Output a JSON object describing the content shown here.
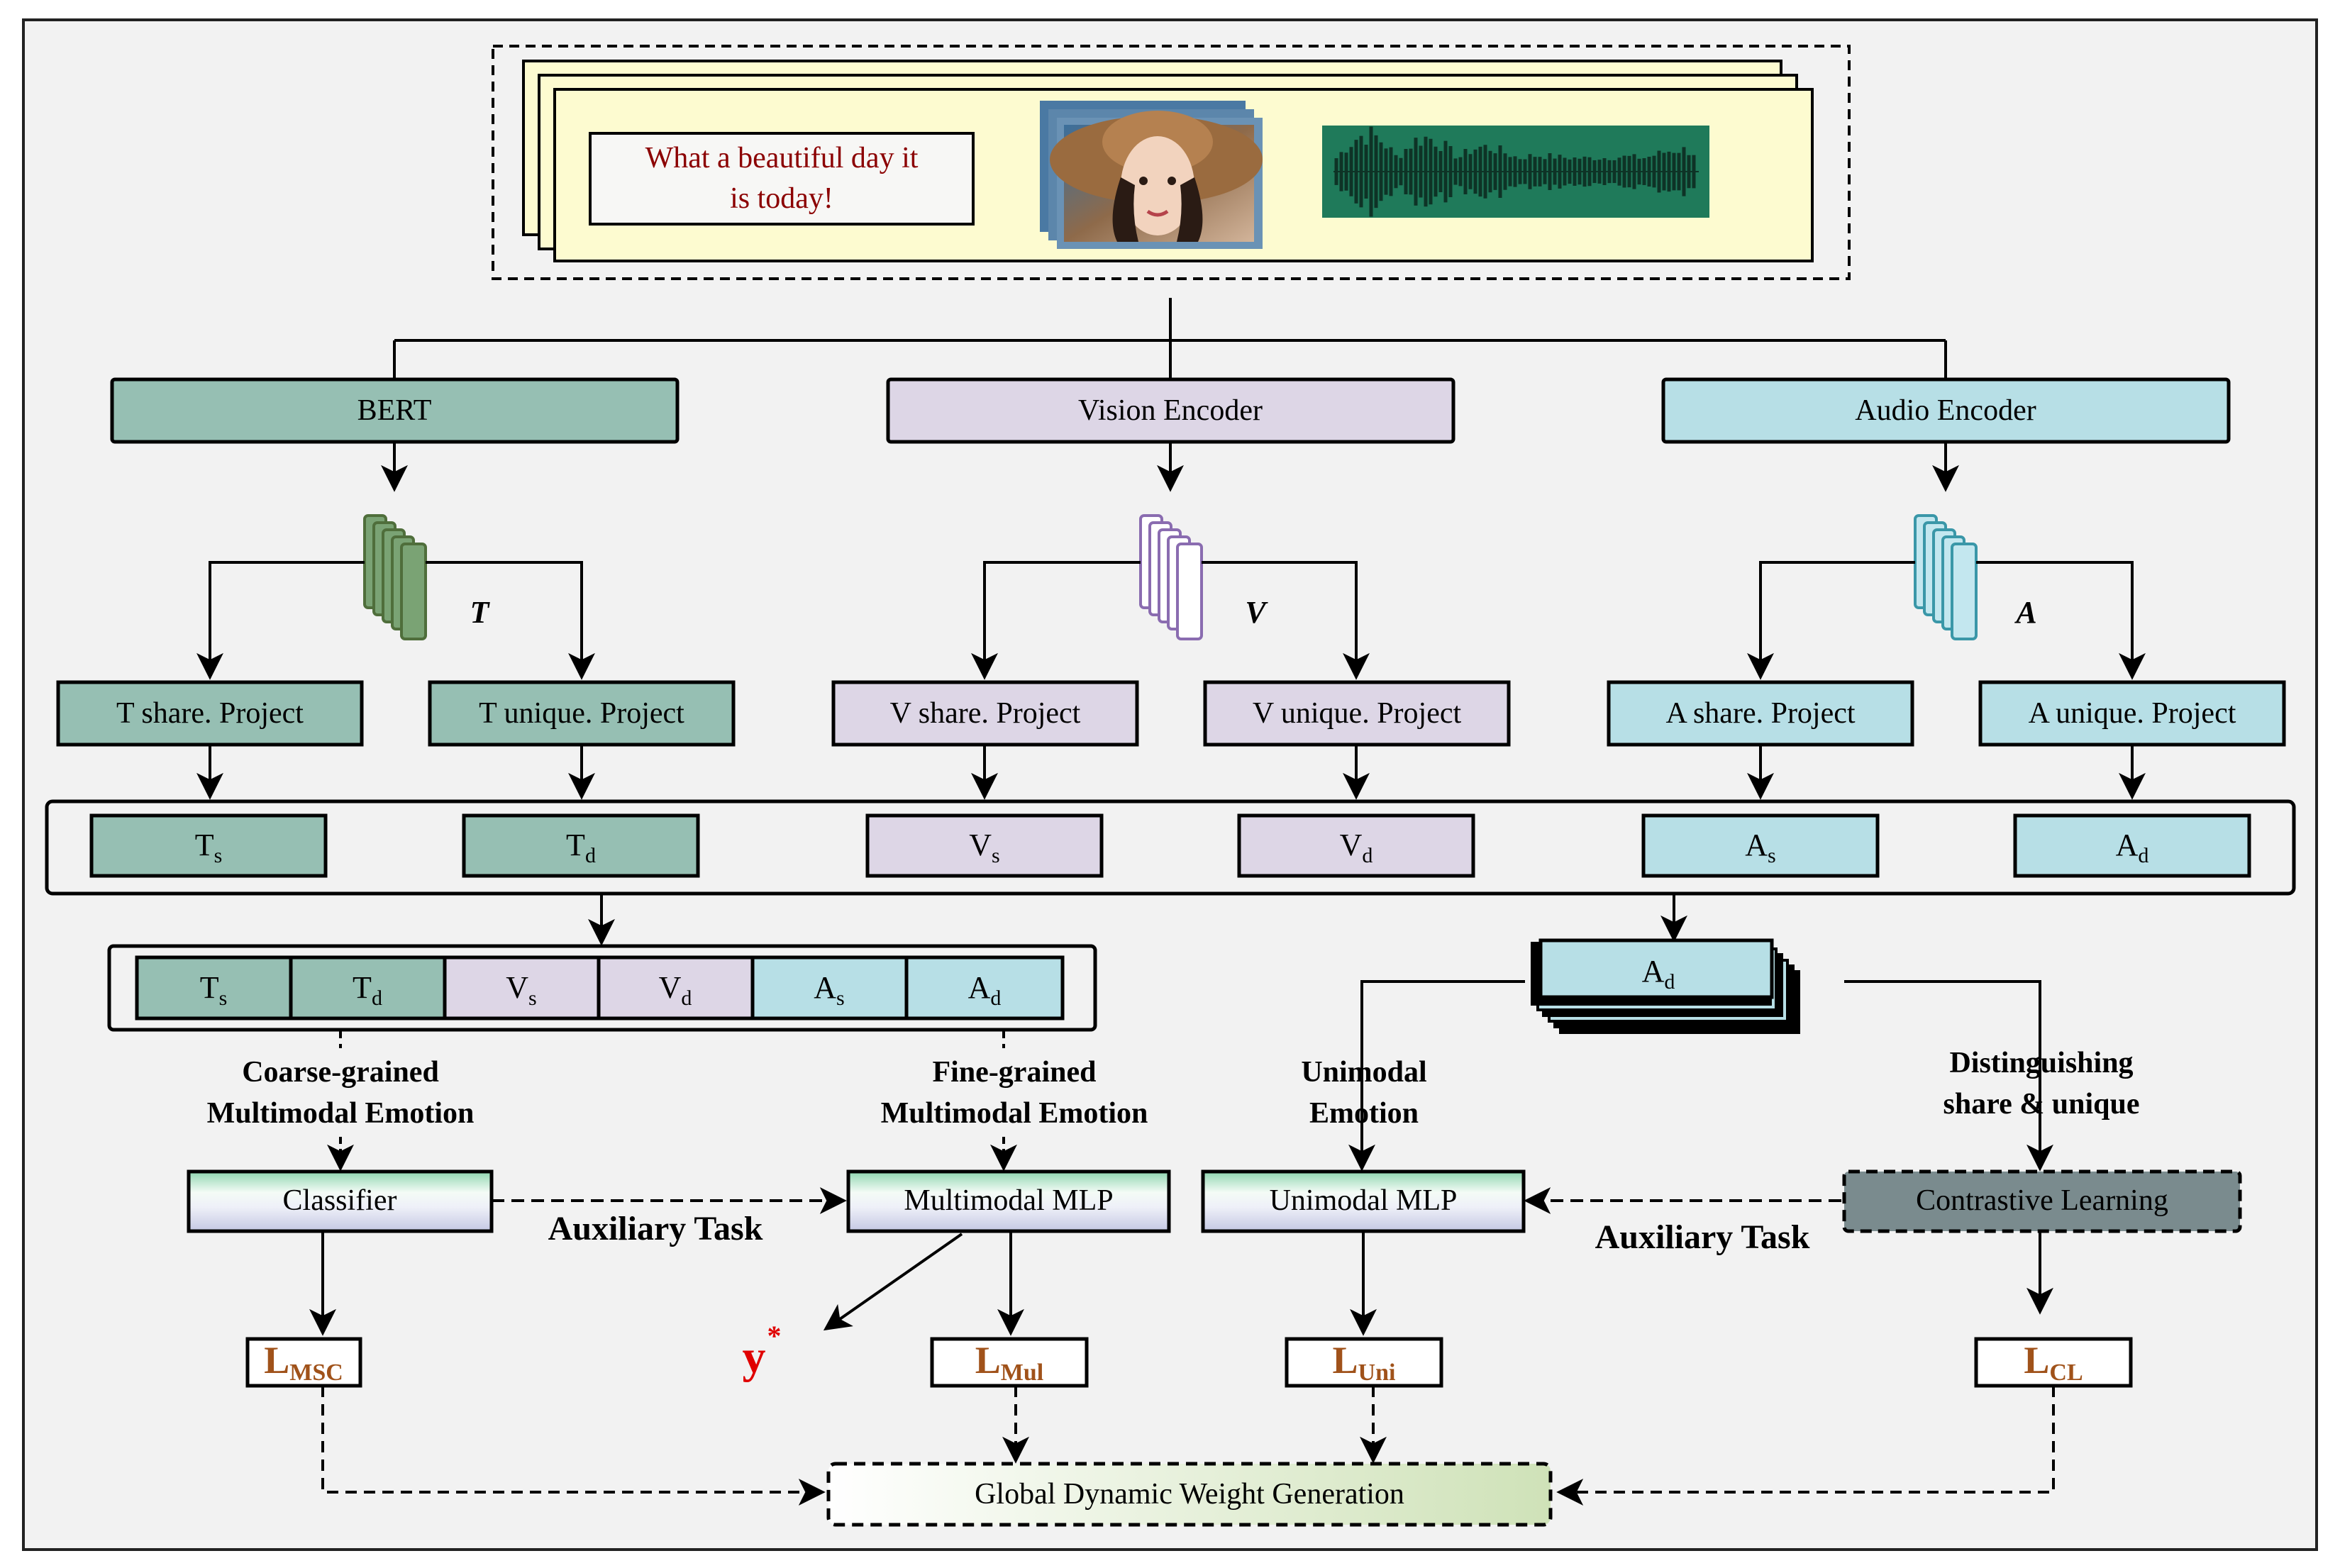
{
  "input": {
    "text": [
      "What a beautiful day it",
      "is today!"
    ]
  },
  "encoders": {
    "text": "BERT",
    "vision": "Vision Encoder",
    "audio": "Audio Encoder"
  },
  "feature_labels": {
    "text": "T",
    "vision": "V",
    "audio": "A"
  },
  "projections": {
    "t_share": "T share. Project",
    "t_unique": "T unique. Project",
    "v_share": "V share. Project",
    "v_unique": "V unique. Project",
    "a_share": "A share. Project",
    "a_unique": "A unique. Project"
  },
  "tokens": {
    "T": "T",
    "V": "V",
    "A": "A",
    "s": "s",
    "d": "d"
  },
  "labels": {
    "coarse": [
      "Coarse-grained",
      "Multimodal Emotion"
    ],
    "fine": [
      "Fine-grained",
      "Multimodal Emotion"
    ],
    "unimodal": [
      "Unimodal",
      "Emotion"
    ],
    "distinguish": [
      "Distinguishing",
      "share & unique"
    ],
    "aux_left": "Auxiliary Task",
    "aux_right": "Auxiliary Task"
  },
  "modules": {
    "classifier": "Classifier",
    "multimodal_mlp": "Multimodal MLP",
    "unimodal_mlp": "Unimodal MLP",
    "contrastive": "Contrastive Learning",
    "global": "Global Dynamic Weight Generation"
  },
  "losses": {
    "L": "L",
    "msc": "MSC",
    "mul": "Mul",
    "uni": "Uni",
    "cl": "CL"
  },
  "output": {
    "y": "y",
    "star": "*"
  },
  "colors": {
    "text_green": "#96bfb3",
    "vision_purple": "#ddd6e6",
    "audio_blue": "#b7dfe6",
    "loss_brown": "#a0521a",
    "output_red": "#e00000",
    "input_yellow": "#fdfbd0",
    "contrastive_gray": "#7a8b8e"
  }
}
